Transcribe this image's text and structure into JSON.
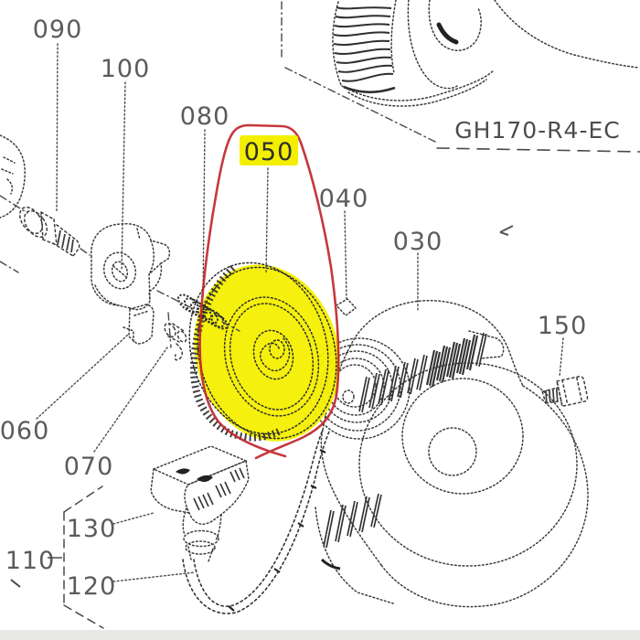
{
  "diagram": {
    "model_label": "GH170-R4-EC",
    "highlighted_part_id": "050",
    "colors": {
      "highlight_fill": "#f4ef00",
      "annotation_stroke": "#c0272d",
      "line": "#3d3d3d",
      "label_text": "#4a4a4a",
      "background": "#ffffff",
      "footer_strip": "#e8e8e6"
    },
    "parts": [
      {
        "id": "090",
        "label": "090",
        "highlighted": false
      },
      {
        "id": "100",
        "label": "100",
        "highlighted": false
      },
      {
        "id": "080",
        "label": "080",
        "highlighted": false
      },
      {
        "id": "050",
        "label": "050",
        "highlighted": true
      },
      {
        "id": "040",
        "label": "040",
        "highlighted": false
      },
      {
        "id": "030",
        "label": "030",
        "highlighted": false
      },
      {
        "id": "150",
        "label": "150",
        "highlighted": false
      },
      {
        "id": "060",
        "label": "060",
        "highlighted": false
      },
      {
        "id": "070",
        "label": "070",
        "highlighted": false
      },
      {
        "id": "130",
        "label": "130",
        "highlighted": false
      },
      {
        "id": "110",
        "label": "110",
        "highlighted": false
      },
      {
        "id": "120",
        "label": "120",
        "highlighted": false
      }
    ]
  }
}
